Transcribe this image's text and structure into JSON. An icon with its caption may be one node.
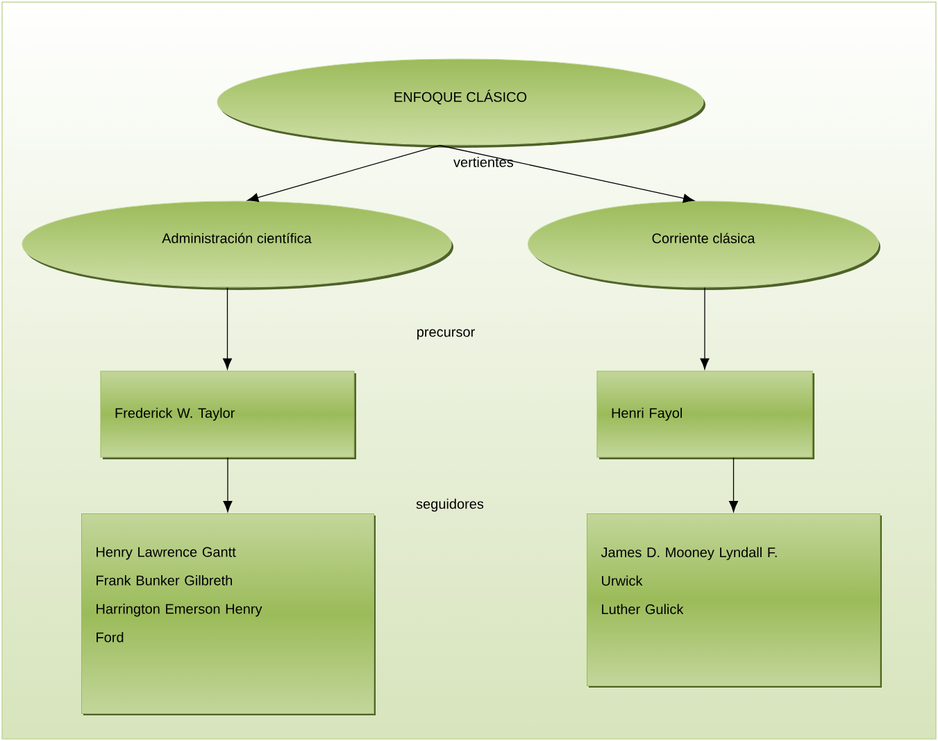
{
  "diagram": {
    "nodes": [
      {
        "text": [
          "ENFOQUE CLÁSICO"
        ]
      },
      {
        "text": [
          "Administración científica"
        ]
      },
      {
        "text": [
          "Corriente clásica"
        ]
      },
      {
        "text": [
          "Frederick W. Taylor"
        ]
      },
      {
        "text": [
          "Henri Fayol"
        ]
      },
      {
        "text": [
          "Henry Lawrence Gantt",
          "Frank Bunker Gilbreth",
          "Harrington Emerson Henry Ford"
        ]
      },
      {
        "text": [
          "James D. Mooney Lyndall F. Urwick",
          "Luther Gulick"
        ]
      }
    ],
    "edges": [
      {
        "from": 0,
        "to": 1,
        "arrow": "to",
        "label": "vertientes"
      },
      {
        "from": 0,
        "to": 2,
        "arrow": "to"
      },
      {
        "from": 1,
        "to": 3,
        "arrow": "to"
      },
      {
        "from": 2,
        "to": 4,
        "arrow": "to"
      },
      {
        "from": 3,
        "to": 5,
        "arrow": "to"
      },
      {
        "from": 4,
        "to": 6,
        "arrow": "to"
      }
    ],
    "labels": [
      "precursor",
      "seguidores"
    ]
  }
}
